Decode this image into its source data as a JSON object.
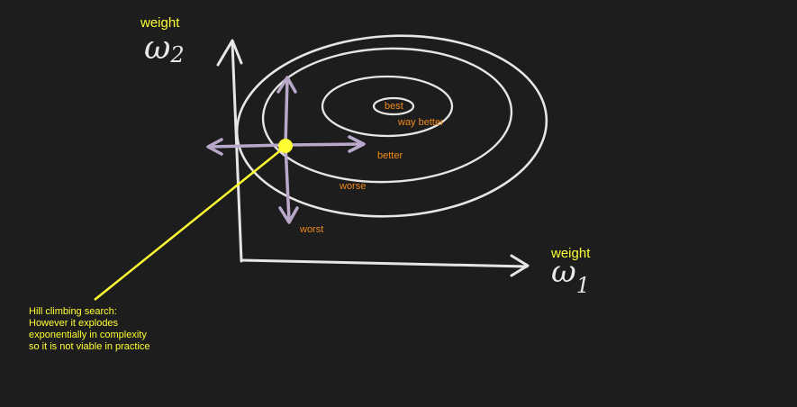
{
  "axes": {
    "y_label": "weight",
    "y_symbol_main": "ω",
    "y_symbol_sub": "2",
    "x_label": "weight",
    "x_symbol_main": "ω",
    "x_symbol_sub": "1"
  },
  "regions": {
    "best": "best",
    "way_better": "way better",
    "better": "better",
    "worse": "worse",
    "worst": "worst"
  },
  "annotation": {
    "lines": [
      "Hill climbing search:",
      "However it explodes",
      "exponentially in complexity",
      "so it is not viable in practice"
    ]
  },
  "colors": {
    "background": "#1d1d1d",
    "chalk": "#e6e6e6",
    "chalk_arrows": "#b9a8c9",
    "highlight": "#ffff33",
    "region_text": "#f08a1c"
  }
}
